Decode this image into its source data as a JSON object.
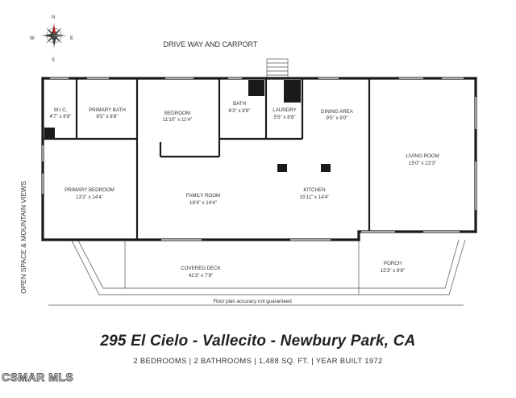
{
  "compass": {
    "n": "N",
    "s": "S",
    "e": "E",
    "w": "W"
  },
  "labels": {
    "driveway": "DRIVE WAY AND CARPORT",
    "side_view": "OPEN SPACE & MOUNTAIN VIEWS",
    "disclaimer": "Floor plan accuracy not guaranteed"
  },
  "rooms": {
    "wic": {
      "name": "W.I.C.",
      "dim": "4'7\" x 8'8\""
    },
    "primary_bath": {
      "name": "PRIMARY BATH",
      "dim": "8'5\" x 8'8\""
    },
    "bedroom": {
      "name": "BEDROOM",
      "dim": "11'10\" x 11'4\""
    },
    "bath": {
      "name": "BATH",
      "dim": "6'3\" x 8'8\""
    },
    "laundry": {
      "name": "LAUNDRY",
      "dim": "5'5\" x 8'8\""
    },
    "dining": {
      "name": "DINING AREA",
      "dim": "9'5\" x 9'0\""
    },
    "living": {
      "name": "LIVING ROOM",
      "dim": "15'0\" x 22'3\""
    },
    "primary_bedroom": {
      "name": "PRIMARY BEDROOM",
      "dim": "13'3\" x 14'4\""
    },
    "family": {
      "name": "FAMILY ROOM",
      "dim": "18'4\" x 14'4\""
    },
    "kitchen": {
      "name": "KITCHEN",
      "dim": "15'11\" x 14'4\""
    },
    "deck": {
      "name": "COVERED DECK",
      "dim": "42'3\" x 7'8\""
    },
    "porch": {
      "name": "PORCH",
      "dim": "15'3\" x 8'8\""
    }
  },
  "title": "295 El Cielo - Vallecito - Newbury Park, CA",
  "subtitle": "2 BEDROOMS | 2 BATHROOMS | 1,488 SQ. FT. | YEAR BUILT 1972",
  "watermark": "CSMAR MLS"
}
